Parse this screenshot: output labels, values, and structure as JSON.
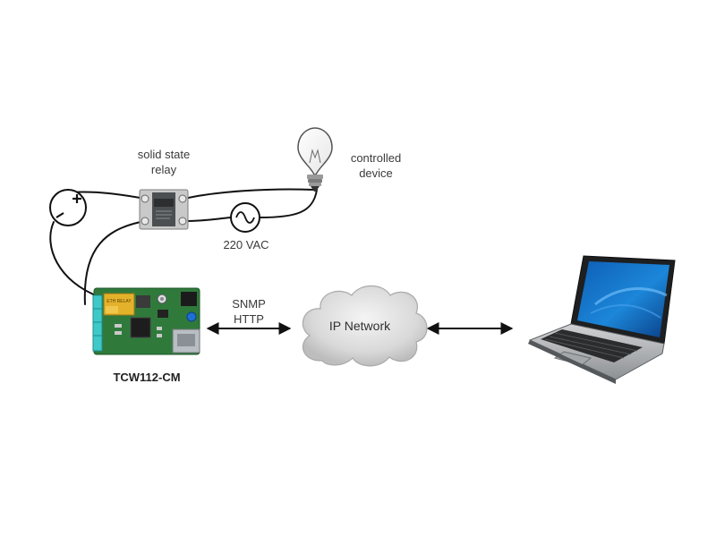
{
  "labels": {
    "relay": "solid state\nrelay",
    "device": "controlled\ndevice",
    "vac": "220 VAC",
    "protocols": "SNMP\nHTTP",
    "network": "IP Network",
    "board": "TCW112-CM"
  },
  "psu_symbols": {
    "minus": "-",
    "plus": "+"
  },
  "board_silkscreen": "ETH RELAY"
}
